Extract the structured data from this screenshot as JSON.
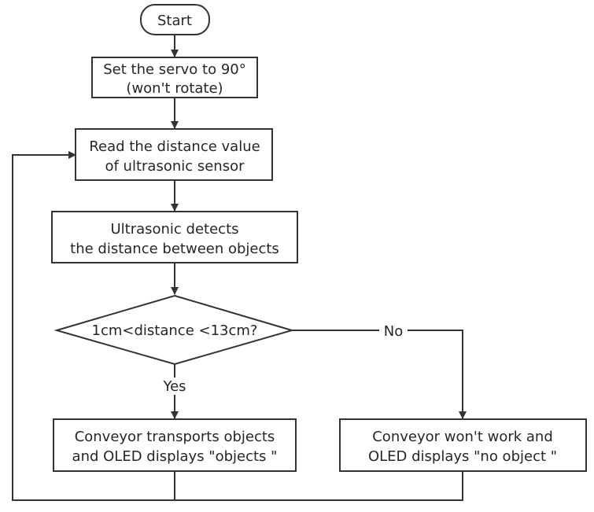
{
  "nodes": {
    "start": "Start",
    "set_servo": [
      "Set the servo to 90°",
      "(won't rotate)"
    ],
    "read_distance": [
      "Read the distance value",
      "of ultrasonic sensor"
    ],
    "detect": [
      "Ultrasonic detects",
      "the distance between objects"
    ],
    "decision": "1cm<distance <13cm?",
    "conveyor_yes": [
      "Conveyor transports objects",
      "and OLED displays \"objects \""
    ],
    "conveyor_no": [
      "Conveyor won't work and",
      "OLED displays \"no object \""
    ]
  },
  "edges": {
    "yes": "Yes",
    "no": "No"
  }
}
